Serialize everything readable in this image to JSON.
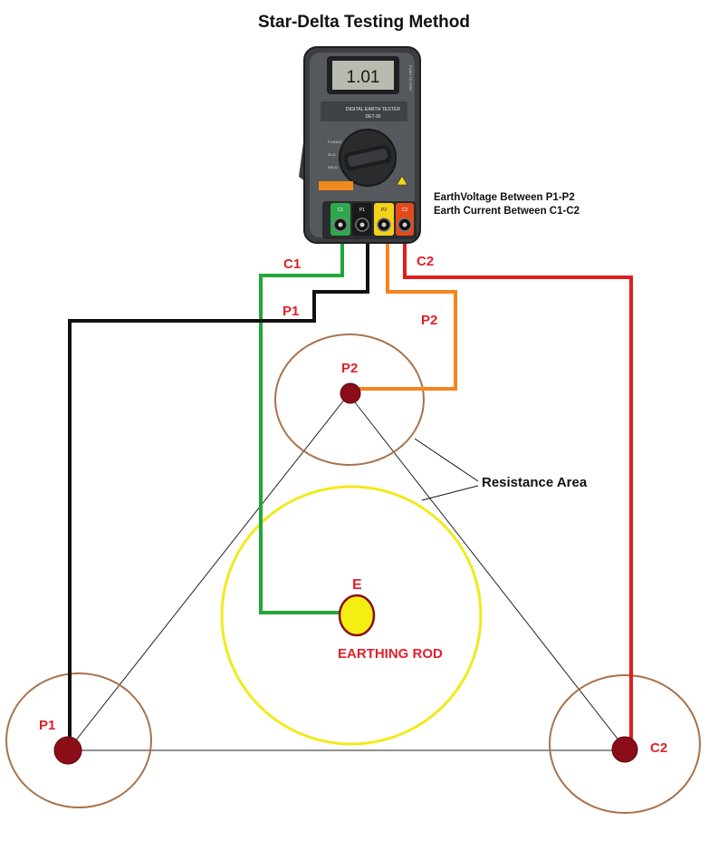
{
  "title": "Star-Delta Testing Method",
  "meter": {
    "display": "1.01",
    "brand_line": "DIGITAL EARTH TESTER",
    "model": "DET-30",
    "side_text": "PUSH TO TEST",
    "terminals": [
      "C1",
      "P1",
      "P2",
      "C2"
    ]
  },
  "notes": {
    "voltage": "EarthVoltage Between P1-P2",
    "current": "Earth Current Between C1-C2"
  },
  "wire_labels": {
    "c1": "C1",
    "p1": "P1",
    "p2": "P2",
    "c2": "C2"
  },
  "electrodes": {
    "p2": "P2",
    "p1": "P1",
    "c2": "C2",
    "e": "E"
  },
  "rod_label": "EARTHING ROD",
  "resistance_label": "Resistance Area",
  "colors": {
    "c1_wire": "#22a63a",
    "p1_wire": "#111111",
    "p2_wire": "#f5841f",
    "c2_wire": "#e11d1d",
    "label_red": "#e0202a",
    "electrode": "#8b0d18",
    "resistance_circle": "#a9714a",
    "earth_circle": "#f2ea1a",
    "rod_fill": "#f5ee12"
  }
}
